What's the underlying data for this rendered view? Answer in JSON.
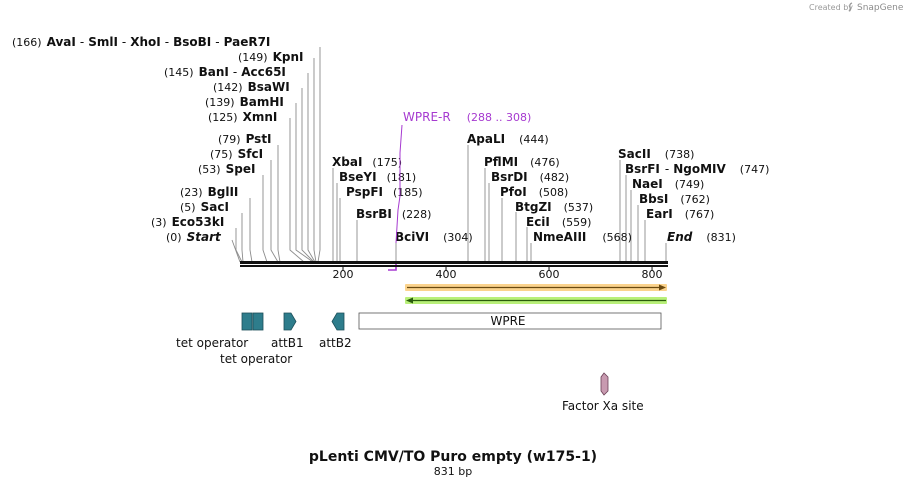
{
  "brand": {
    "created_by": "Created by",
    "name": "SnapGene"
  },
  "map": {
    "title": "pLenti CMV/TO Puro empty (w175-1)",
    "length_label": "831 bp",
    "length": 831,
    "ticks": [
      200,
      400,
      600,
      800
    ],
    "site_rows": [
      [
        {
          "pos": "(166)",
          "name": "AvaI"
        },
        {
          "name": "SmlI"
        },
        {
          "name": "XhoI"
        },
        {
          "name": "BsoBI"
        },
        {
          "name": "PaeR7I"
        }
      ],
      [
        {
          "pos": "(149)",
          "name": "KpnI"
        }
      ],
      [
        {
          "pos": "(145)",
          "name": "BanI"
        },
        {
          "name": "Acc65I"
        }
      ],
      [
        {
          "pos": "(142)",
          "name": "BsaWI"
        }
      ],
      [
        {
          "pos": "(139)",
          "name": "BamHI"
        }
      ],
      [
        {
          "pos": "(125)",
          "name": "XmnI"
        }
      ],
      [
        {
          "pos": "(79)",
          "name": "PstI"
        }
      ],
      [
        {
          "pos": "(75)",
          "name": "SfcI"
        }
      ],
      [
        {
          "pos": "(53)",
          "name": "SpeI"
        }
      ],
      [
        {
          "pos": "(23)",
          "name": "BglII"
        }
      ],
      [
        {
          "pos": "(5)",
          "name": "SacI"
        }
      ],
      [
        {
          "pos": "(3)",
          "name": "Eco53kI"
        }
      ],
      [
        {
          "pos": "(0)",
          "name": "Start"
        }
      ],
      [
        {
          "name": "XbaI",
          "pos": "(175)"
        }
      ],
      [
        {
          "name": "BseYI",
          "pos": "(181)"
        }
      ],
      [
        {
          "name": "PspFI",
          "pos": "(185)"
        }
      ],
      [
        {
          "name": "BsrBI",
          "pos": "(228)"
        }
      ],
      [
        {
          "name": "BciVI",
          "pos": "(304)"
        }
      ],
      [
        {
          "name": "ApaLI",
          "pos": "(444)"
        }
      ],
      [
        {
          "name": "PflMI",
          "pos": "(476)"
        }
      ],
      [
        {
          "name": "BsrDI",
          "pos": "(482)"
        }
      ],
      [
        {
          "name": "PfoI",
          "pos": "(508)"
        }
      ],
      [
        {
          "name": "BtgZI",
          "pos": "(537)"
        }
      ],
      [
        {
          "name": "EciI",
          "pos": "(559)"
        }
      ],
      [
        {
          "name": "NmeAIII",
          "pos": "(568)"
        }
      ],
      [
        {
          "name": "SacII",
          "pos": "(738)"
        }
      ],
      [
        {
          "name": "BsrFI"
        },
        {
          "name": "NgoMIV",
          "pos": "(747)"
        }
      ],
      [
        {
          "name": "NaeI",
          "pos": "(749)"
        }
      ],
      [
        {
          "name": "BbsI",
          "pos": "(762)"
        }
      ],
      [
        {
          "name": "EarI",
          "pos": "(767)"
        }
      ],
      [
        {
          "name": "End",
          "pos": "(831)"
        }
      ]
    ],
    "primer": {
      "name": "WPRE-R",
      "range": "(288 .. 308)"
    },
    "features": {
      "tet_operator_1": "tet operator",
      "tet_operator_2": "tet operator",
      "attB1": "attB1",
      "attB2": "attB2",
      "wpre": "WPRE",
      "factor_xa": "Factor Xa site"
    },
    "colors": {
      "orange_arrow": "#f5a623",
      "green_arrow": "#7ed321",
      "feature_teal": "#2e7d8c",
      "factor_xa": "#c89ab0",
      "primer": "#a63ad0"
    }
  }
}
